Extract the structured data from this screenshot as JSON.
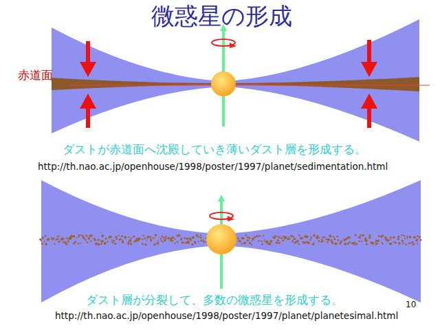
{
  "diagram": {
    "title": "微惑星の形成",
    "labels": [
      "赤道面",
      "ダストが赤道面へ沈殿していき薄いダスト層を形成する。",
      "http://th.nao.ac.jp/openhouse/1998/poster/1997/planet/sedimentation.html",
      "ダスト層が分裂して、多数の微惑星を形成する。",
      "http://th.nao.ac.jp/openhouse/1998/poster/1997/planet/planetesimal.html",
      "10"
    ]
  }
}
